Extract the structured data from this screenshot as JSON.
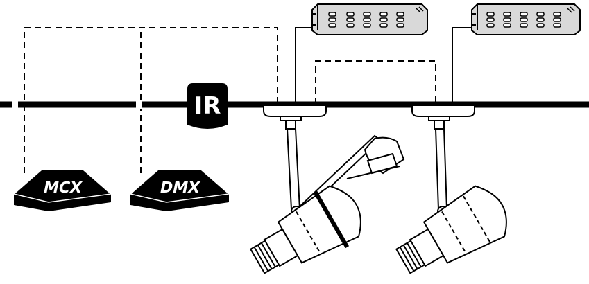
{
  "controllers": {
    "mcx": {
      "label": "MCX"
    },
    "dmx": {
      "label": "DMX"
    }
  },
  "ir_sensor": {
    "label": "IR"
  },
  "colors": {
    "line": "#000000",
    "device_fill": "#d9d9d9",
    "background": "#ffffff"
  }
}
